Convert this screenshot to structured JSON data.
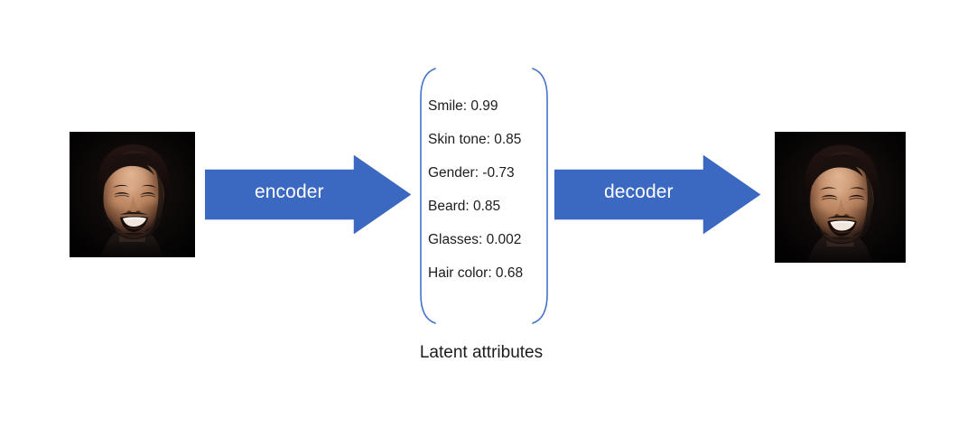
{
  "diagram": {
    "title": "Autoencoder latent attributes diagram",
    "background_color": "#ffffff",
    "accent_color": "#3B68C0",
    "bracket_color": "#4472C4",
    "text_color": "#1c1c1c"
  },
  "input_image": {
    "alt": "portrait of a smiling bearded man on a dark background",
    "name": "input-face-image"
  },
  "output_image": {
    "alt": "portrait of a smiling bearded man on a dark background",
    "name": "output-face-image"
  },
  "arrows": {
    "encoder": {
      "label": "encoder",
      "color": "#3B68C0",
      "direction": "right"
    },
    "decoder": {
      "label": "decoder",
      "color": "#3B68C0",
      "direction": "right"
    }
  },
  "latent": {
    "caption": "Latent attributes",
    "attributes": [
      {
        "name": "Smile",
        "value": "0.99",
        "text": "Smile: 0.99"
      },
      {
        "name": "Skin tone",
        "value": "0.85",
        "text": "Skin tone: 0.85"
      },
      {
        "name": "Gender",
        "value": "-0.73",
        "text": "Gender: -0.73"
      },
      {
        "name": "Beard",
        "value": "0.85",
        "text": "Beard: 0.85"
      },
      {
        "name": "Glasses",
        "value": "0.002",
        "text": "Glasses: 0.002"
      },
      {
        "name": "Hair color",
        "value": "0.68",
        "text": "Hair color: 0.68"
      }
    ]
  }
}
